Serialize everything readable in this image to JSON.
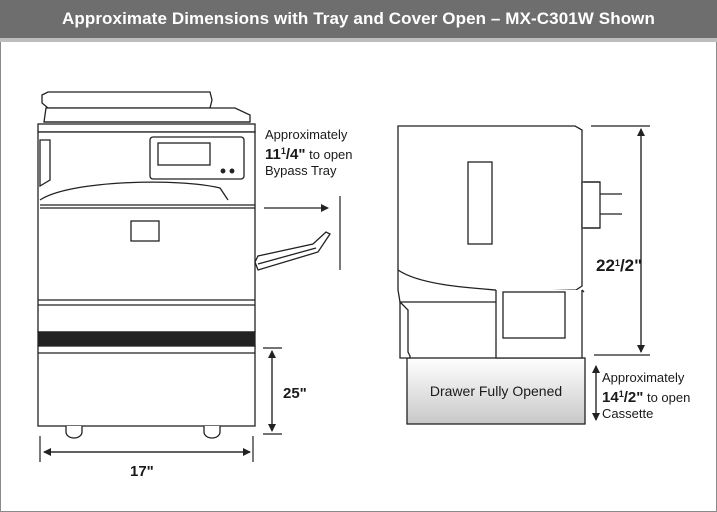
{
  "title": "Approximate Dimensions with Tray and Cover Open – MX-C301W Shown",
  "colors": {
    "title_bar": "#6e6e6e",
    "title_border": "#bdbdbd",
    "line": "#222222"
  },
  "front_view": {
    "bypass_note": {
      "line1": "Approximately",
      "whole": "11",
      "frac_num": "1",
      "frac_den_unit": "4\"",
      "suffix": "to open",
      "line3": "Bypass Tray"
    },
    "height": "25\"",
    "width": "17\""
  },
  "side_view": {
    "height": {
      "whole": "22",
      "frac_num": "1",
      "frac_den_unit": "2\""
    },
    "drawer_label": "Drawer Fully Opened",
    "cassette_note": {
      "line1": "Approximately",
      "whole": "14",
      "frac_num": "1",
      "frac_den_unit": "2\"",
      "suffix": "to open",
      "line3": "Cassette"
    }
  }
}
